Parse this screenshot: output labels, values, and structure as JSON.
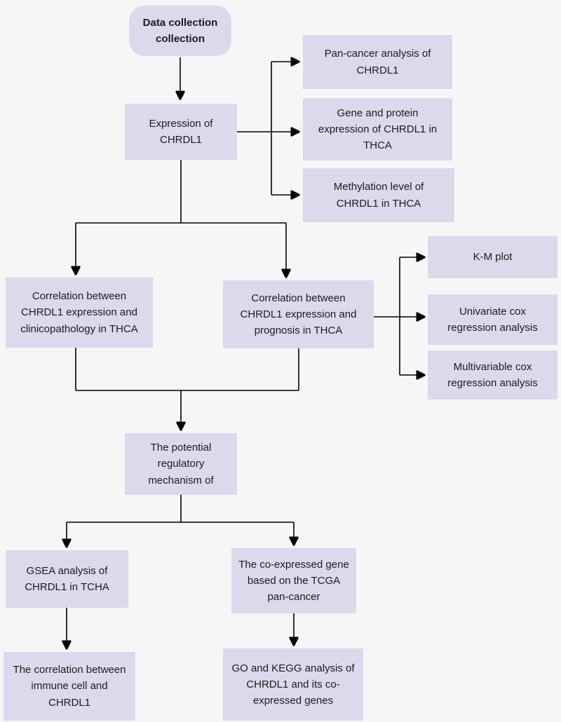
{
  "nodes": {
    "data_collection": "Data collection collection",
    "expression": "Expression of CHRDL1",
    "pan_cancer": "Pan-cancer analysis of CHRDL1",
    "gene_protein": "Gene and protein expression of CHRDL1 in THCA",
    "methylation": "Methylation level of CHRDL1 in THCA",
    "clinicopathology": "Correlation between CHRDL1 expression and clinicopathology in THCA",
    "prognosis": "Correlation between CHRDL1 expression and prognosis in THCA",
    "km_plot": "K-M plot",
    "univariate": "Univariate cox regression analysis",
    "multivariable": "Multivariable cox regression analysis",
    "mechanism": "The potential regulatory mechanism of",
    "gsea": "GSEA analysis of CHRDL1 in TCHA",
    "coexpressed": "The co-expressed gene based on the TCGA pan-cancer",
    "immune": "The correlation between immune cell and CHRDL1",
    "go_kegg": "GO and KEGG analysis of CHRDL1 and its co-expressed genes"
  },
  "colors": {
    "node_fill": "#ded8ec",
    "arrow": "#000000",
    "background": "#f7f6f7"
  }
}
